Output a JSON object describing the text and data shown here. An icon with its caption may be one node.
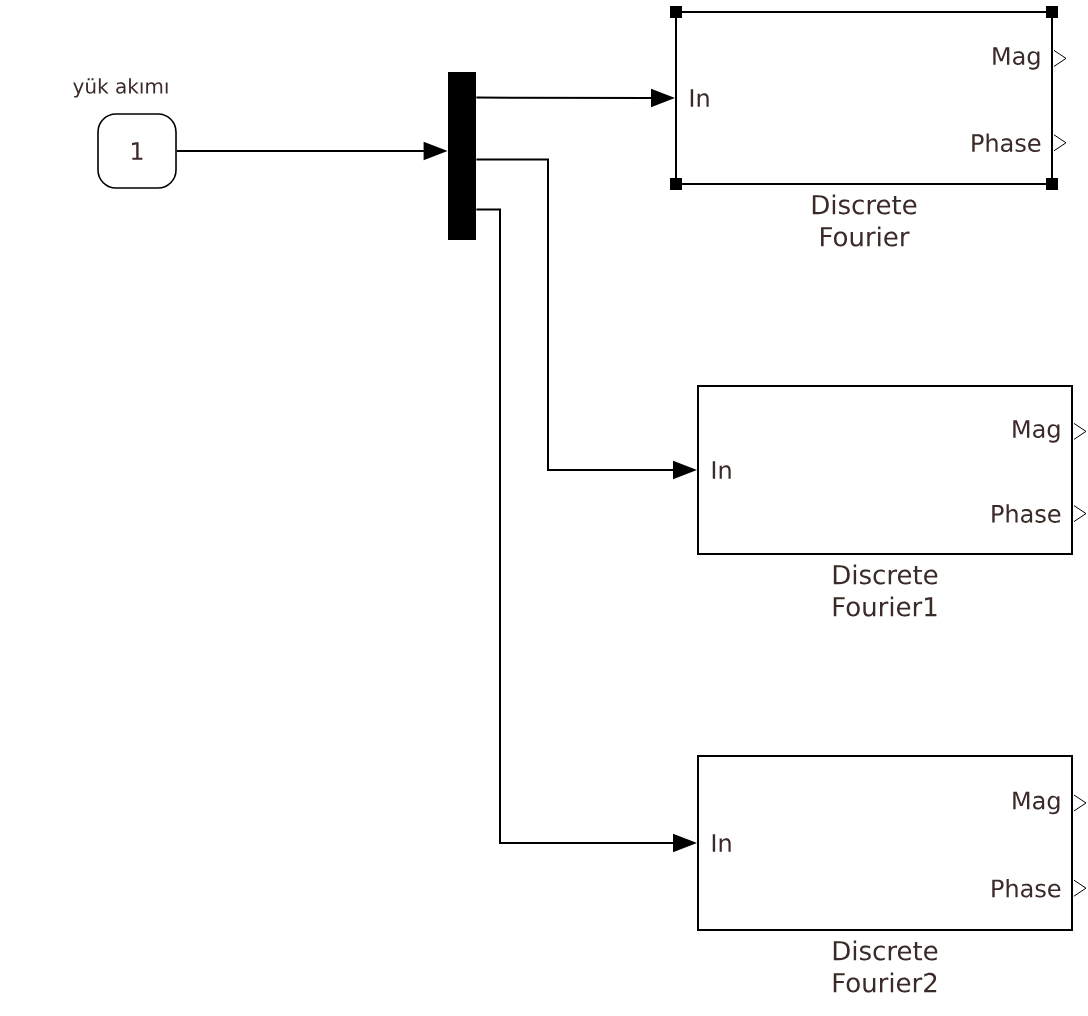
{
  "diagram": {
    "nodes": [
      {
        "text": [
          "1"
        ],
        "beside": [
          "yük akımı"
        ]
      },
      {
        "text": [],
        "shape": "bar"
      },
      {
        "text": [
          "In",
          "Mag",
          "Phase"
        ],
        "beside": [
          "Discrete Fourier"
        ]
      },
      {
        "text": [
          "In",
          "Mag",
          "Phase"
        ],
        "beside": [
          "Discrete Fourier1"
        ]
      },
      {
        "text": [
          "In",
          "Mag",
          "Phase"
        ],
        "beside": [
          "Discrete Fourier2"
        ]
      }
    ],
    "edges": [
      {
        "from": 0,
        "to": 1,
        "arrow": "to"
      },
      {
        "from": 1,
        "to": 2,
        "arrow": "to"
      },
      {
        "from": 1,
        "to": 3,
        "arrow": "to"
      },
      {
        "from": 1,
        "to": 4,
        "arrow": "to"
      }
    ]
  }
}
